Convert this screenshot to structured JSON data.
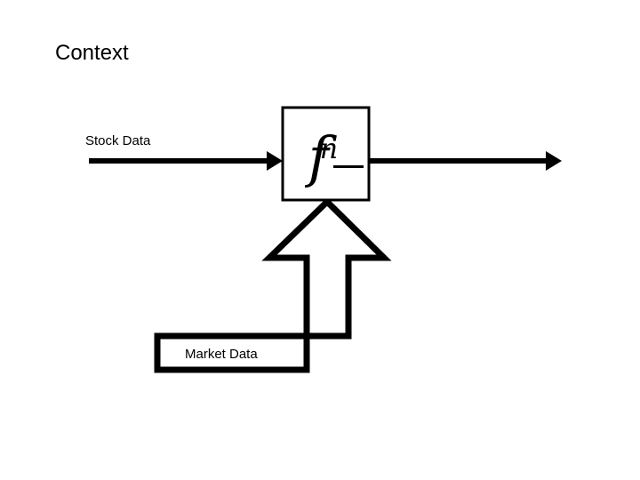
{
  "slide": {
    "title": "Context",
    "background_color": "#ffffff",
    "ink_color": "#000000"
  },
  "diagram": {
    "type": "block-flow",
    "process_box": {
      "name": "function-block",
      "symbol_base": "f",
      "symbol_exponent": "n",
      "symbol_has_underbar": true,
      "border_color": "#000000"
    },
    "inputs": [
      {
        "label": "Stock Data",
        "arrow_style": "line-arrow",
        "direction": "left-to-right"
      },
      {
        "label": "Market Data",
        "arrow_style": "outlined-block-arrow",
        "direction": "bottom-up"
      }
    ],
    "outputs": [
      {
        "label": "",
        "arrow_style": "line-arrow",
        "direction": "left-to-right"
      }
    ]
  }
}
